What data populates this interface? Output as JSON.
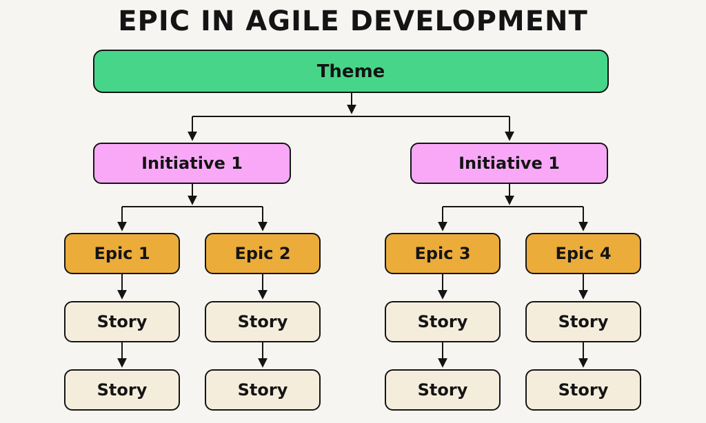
{
  "title": "EPIC IN AGILE DEVELOPMENT",
  "diagram": {
    "theme": "Theme",
    "initiatives": [
      "Initiative 1",
      "Initiative 1"
    ],
    "epics": [
      "Epic 1",
      "Epic 2",
      "Epic 3",
      "Epic 4"
    ],
    "stories": [
      "Story",
      "Story",
      "Story",
      "Story",
      "Story",
      "Story",
      "Story",
      "Story"
    ],
    "edges": [
      [
        "Theme",
        "Initiative 1 (left)"
      ],
      [
        "Theme",
        "Initiative 1 (right)"
      ],
      [
        "Initiative 1 (left)",
        "Epic 1"
      ],
      [
        "Initiative 1 (left)",
        "Epic 2"
      ],
      [
        "Initiative 1 (right)",
        "Epic 3"
      ],
      [
        "Initiative 1 (right)",
        "Epic 4"
      ],
      [
        "Epic 1",
        "Story"
      ],
      [
        "Epic 2",
        "Story"
      ],
      [
        "Epic 3",
        "Story"
      ],
      [
        "Epic 4",
        "Story"
      ],
      [
        "Story (under Epic 1)",
        "Story"
      ],
      [
        "Story (under Epic 2)",
        "Story"
      ],
      [
        "Story (under Epic 3)",
        "Story"
      ],
      [
        "Story (under Epic 4)",
        "Story"
      ]
    ]
  },
  "colors": {
    "theme": "#47d689",
    "initiative": "#f9a8f8",
    "epic": "#ecac3a",
    "story": "#f5eddc",
    "background": "#f6f5f2",
    "border": "#141414"
  }
}
